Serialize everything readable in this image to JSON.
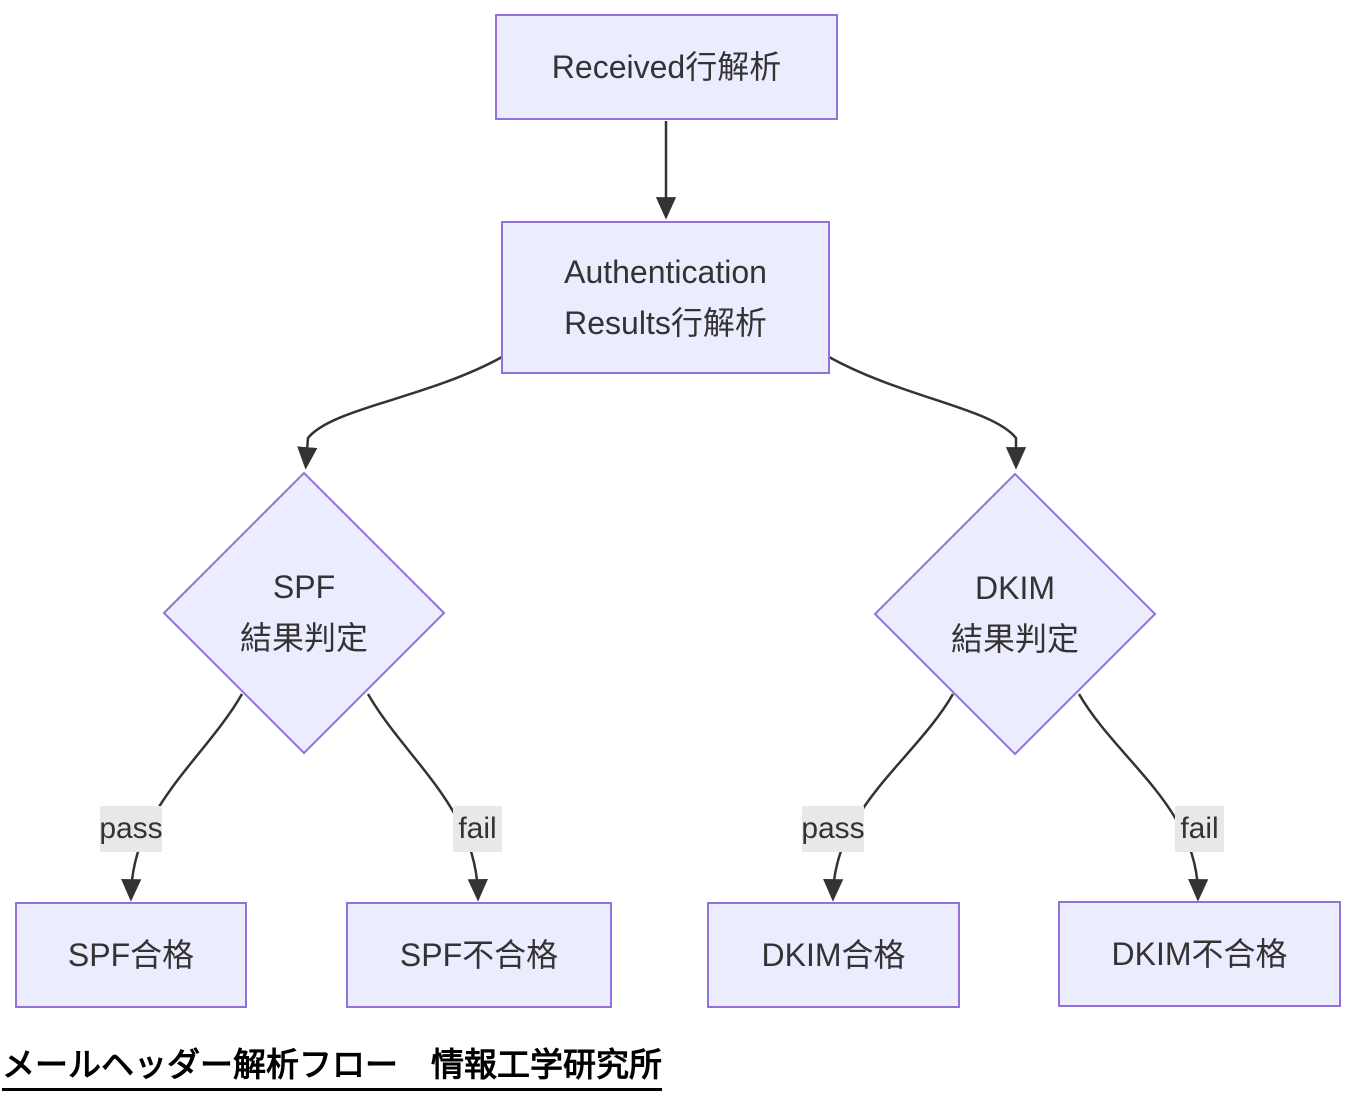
{
  "diagram": {
    "caption": "メールヘッダー解析フロー　情報工学研究所",
    "nodes": {
      "received": {
        "label": "Received行解析"
      },
      "auth_results": {
        "line1": "Authentication",
        "line2": "Results行解析"
      },
      "spf_decision": {
        "line1": "SPF",
        "line2": "結果判定"
      },
      "dkim_decision": {
        "line1": "DKIM",
        "line2": "結果判定"
      },
      "spf_pass": {
        "label": "SPF合格"
      },
      "spf_fail": {
        "label": "SPF不合格"
      },
      "dkim_pass": {
        "label": "DKIM合格"
      },
      "dkim_fail": {
        "label": "DKIM不合格"
      }
    },
    "edge_labels": {
      "spf_pass": "pass",
      "spf_fail": "fail",
      "dkim_pass": "pass",
      "dkim_fail": "fail"
    },
    "colors": {
      "node_fill": "#ECECFF",
      "node_border": "#9370DB",
      "edge_stroke": "#333333",
      "edge_label_bg": "#E8E8E8",
      "node_text": "#333333",
      "caption_text": "#000000"
    }
  }
}
